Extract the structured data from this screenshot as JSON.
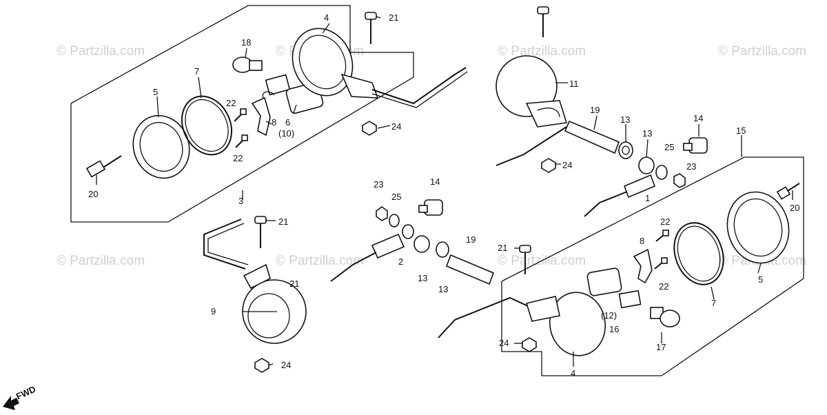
{
  "watermarks": [
    {
      "text": "© Partzilla.com"
    },
    {
      "text": "© Partzilla.com"
    },
    {
      "text": "© Partzilla.com"
    },
    {
      "text": "© Partzilla.com"
    },
    {
      "text": "© Partzilla.com"
    },
    {
      "text": "© Partzilla.com"
    },
    {
      "text": "© Partzilla.com"
    },
    {
      "text": "© Partzilla.com"
    }
  ],
  "callouts": [
    {
      "label": "4"
    },
    {
      "label": "21"
    },
    {
      "label": "18"
    },
    {
      "label": "7"
    },
    {
      "label": "5"
    },
    {
      "label": "22"
    },
    {
      "label": "8"
    },
    {
      "label": "6"
    },
    {
      "label": "(10)"
    },
    {
      "label": "22"
    },
    {
      "label": "24"
    },
    {
      "label": "20"
    },
    {
      "label": "3"
    },
    {
      "label": "21"
    },
    {
      "label": "11"
    },
    {
      "label": "19"
    },
    {
      "label": "13"
    },
    {
      "label": "13"
    },
    {
      "label": "14"
    },
    {
      "label": "25"
    },
    {
      "label": "24"
    },
    {
      "label": "23"
    },
    {
      "label": "15"
    },
    {
      "label": "20"
    },
    {
      "label": "23"
    },
    {
      "label": "25"
    },
    {
      "label": "14"
    },
    {
      "label": "21"
    },
    {
      "label": "2"
    },
    {
      "label": "19"
    },
    {
      "label": "13"
    },
    {
      "label": "13"
    },
    {
      "label": "21"
    },
    {
      "label": "22"
    },
    {
      "label": "8"
    },
    {
      "label": "22"
    },
    {
      "label": "5"
    },
    {
      "label": "7"
    },
    {
      "label": "(12)"
    },
    {
      "label": "16"
    },
    {
      "label": "17"
    },
    {
      "label": "9"
    },
    {
      "label": "24"
    },
    {
      "label": "24"
    },
    {
      "label": "4"
    },
    {
      "label": "1"
    }
  ],
  "direction_label": "FWD"
}
